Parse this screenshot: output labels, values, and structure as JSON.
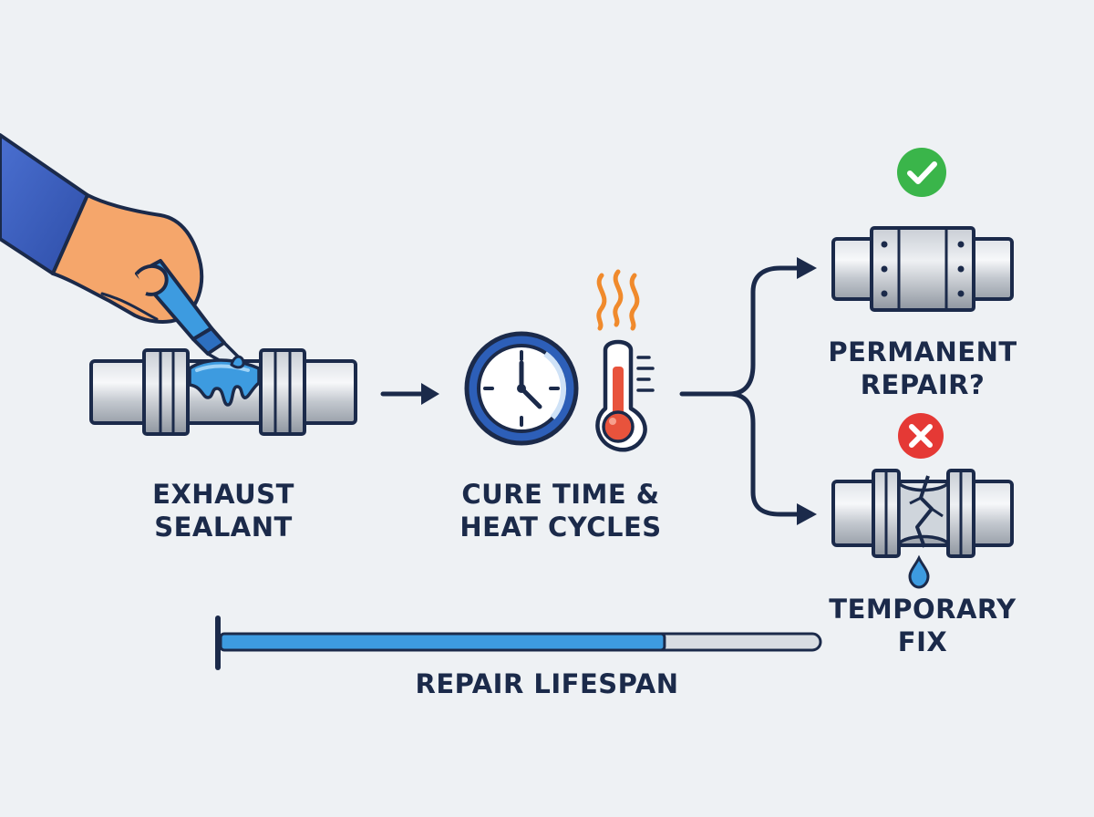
{
  "steps": {
    "sealant": {
      "line1": "EXHAUST",
      "line2": "SEALANT"
    },
    "cure": {
      "line1": "CURE TIME &",
      "line2": "HEAT CYCLES"
    },
    "permanent": {
      "line1": "PERMANENT",
      "line2": "REPAIR?"
    },
    "temporary": {
      "line1": "TEMPORARY",
      "line2": "FIX"
    }
  },
  "lifespan": {
    "label": "REPAIR LIFESPAN",
    "fill_fraction": 0.74
  },
  "icons": [
    "hand-applicator-icon",
    "sealed-pipe-icon",
    "clock-icon",
    "thermometer-icon",
    "heat-waves-icon",
    "check-icon",
    "cross-icon",
    "clamped-pipe-icon",
    "cracked-pipe-icon",
    "drip-icon"
  ],
  "colors": {
    "navy": "#1b2a4a",
    "sealant_blue": "#3d9be0",
    "sleeve_blue": "#3a5ec0",
    "skin": "#f5a66b",
    "heat_orange": "#f08a2c",
    "thermo_red": "#e8533c",
    "success_green": "#3ab54a",
    "error_red": "#e53935",
    "track_gray": "#d8dde3"
  }
}
